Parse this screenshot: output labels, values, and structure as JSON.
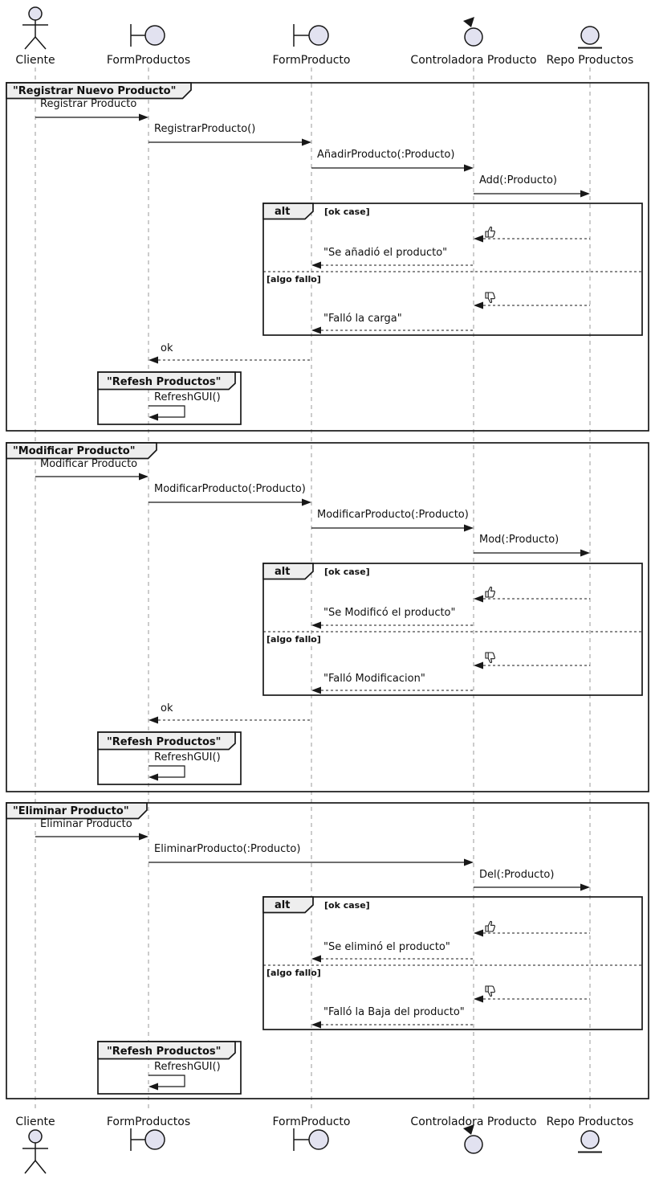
{
  "diagram": {
    "type": "uml-sequence-diagram",
    "participants": {
      "cliente": {
        "label": "Cliente",
        "kind": "actor"
      },
      "form_productos": {
        "label": "FormProductos",
        "kind": "boundary"
      },
      "form_producto": {
        "label": "FormProducto",
        "kind": "boundary"
      },
      "controladora": {
        "label": "Controladora Producto",
        "kind": "control"
      },
      "repo": {
        "label": "Repo Productos",
        "kind": "entity"
      }
    },
    "alt": {
      "keyword": "alt",
      "ok_guard": "[ok case]",
      "fail_guard": "[algo fallo]",
      "thumb_up_icon": "👍",
      "thumb_down_icon": "👎"
    },
    "group": {
      "title": "\"Refesh Productos\"",
      "refresh_msg": "RefreshGUI()"
    },
    "frames": {
      "registrar": {
        "title": "\"Registrar Nuevo Producto\"",
        "msg1": "Registrar Producto",
        "msg2": "RegistrarProducto()",
        "msg3": "AñadirProducto(:Producto)",
        "msg4": "Add(:Producto)",
        "ok_return": "\"Se añadió el producto\"",
        "fail_return": "\"Falló la carga\"",
        "ok_msg": "ok"
      },
      "modificar": {
        "title": "\"Modificar Producto\"",
        "msg1": "Modificar Producto",
        "msg2": "ModificarProducto(:Producto)",
        "msg3": "ModificarProducto(:Producto)",
        "msg4": "Mod(:Producto)",
        "ok_return": "\"Se Modificó el producto\"",
        "fail_return": "\"Falló Modificacion\"",
        "ok_msg": "ok"
      },
      "eliminar": {
        "title": "\"Eliminar Producto\"",
        "msg1": "Eliminar Producto",
        "msg2": "EliminarProducto(:Producto)",
        "msg3": "Del(:Producto)",
        "ok_return": "\"Se eliminó el producto\"",
        "fail_return": "\"Falló la Baja del producto\""
      }
    },
    "colors": {
      "icon_fill": "#E2E2F0",
      "fragment_header_fill": "#EEEEEE",
      "stroke": "#181818",
      "lifeline": "#999999",
      "background": "#FFFFFF"
    }
  }
}
